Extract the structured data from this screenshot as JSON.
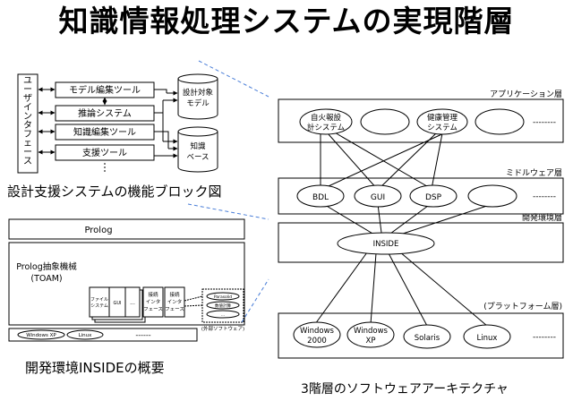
{
  "title": "知識情報処理システムの実現階層",
  "left_top": {
    "caption": "設計支援システムの機能ブロック図",
    "user_interface": "ユーザインタフェース",
    "tools": [
      "モデル編集ツール",
      "推論システム",
      "知識編集ツール",
      "支援ツール"
    ],
    "db_design": [
      "設計対象",
      "モデル"
    ],
    "db_knowledge": [
      "知識",
      "ベース"
    ]
  },
  "left_bottom": {
    "caption": "開発環境INSIDEの概要",
    "prolog": "Prolog",
    "abstract_machine": [
      "Prolog抽象機械",
      "(TOAM)"
    ],
    "file_system": [
      "ファイル",
      "システム"
    ],
    "gui": "GUI",
    "dots_small": "...",
    "iface1": [
      "接続",
      "インタ",
      "フェース"
    ],
    "iface2": [
      "接続",
      "インタ",
      "フェース"
    ],
    "ext_items": [
      "Parasolid",
      "数値計算",
      "..."
    ],
    "ext_label": "(外部ソフトウェア)",
    "os_items": [
      "Windows XP",
      "Linux"
    ],
    "os_dots": "------"
  },
  "right": {
    "caption": "3階層のソフトウェアアーキテクチャ",
    "layer_app": "アプリケーション層",
    "layer_mid": "ミドルウェア層",
    "layer_dev": "開発環境層",
    "layer_platform": "(プラットフォーム層)",
    "apps": [
      [
        "自火報設",
        "計システム"
      ],
      [
        "健康管理",
        "システム"
      ]
    ],
    "mids": [
      "BDL",
      "GUI",
      "DSP"
    ],
    "inside": "INSIDE",
    "platforms": [
      [
        "Windows",
        "2000"
      ],
      [
        "Windows",
        "XP"
      ],
      [
        "Solaris"
      ],
      [
        "Linux"
      ]
    ],
    "dashes": "--------"
  }
}
